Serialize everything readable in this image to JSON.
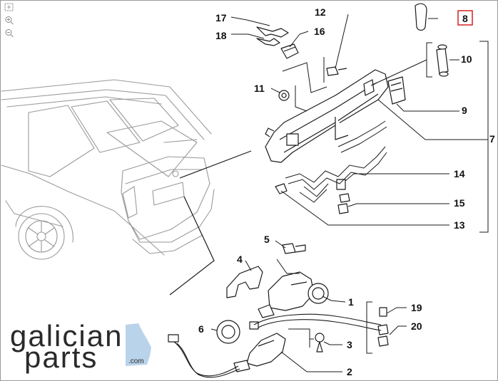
{
  "viewer": {
    "tools": [
      {
        "name": "fit-to-screen",
        "icon": "fit-screen-icon"
      },
      {
        "name": "zoom-in",
        "icon": "zoom-in-icon"
      },
      {
        "name": "zoom-out",
        "icon": "zoom-out-icon"
      }
    ]
  },
  "callouts": {
    "c1": "1",
    "c2": "2",
    "c3": "3",
    "c4": "4",
    "c5": "5",
    "c6": "6",
    "c7": "7",
    "c8": "8",
    "c9": "9",
    "c10": "10",
    "c11": "11",
    "c12": "12",
    "c13": "13",
    "c14": "14",
    "c15": "15",
    "c16": "16",
    "c17": "17",
    "c18": "18",
    "c19": "19",
    "c20": "20"
  },
  "highlighted_callout": "8",
  "logo": {
    "line1": "galician",
    "line2": "parts",
    "suffix": ".com",
    "accent_color": "#b9d3ea"
  },
  "colors": {
    "line": "#1a1a1a",
    "car_outline": "#9a9a9a",
    "highlight_border": "#d42020"
  }
}
